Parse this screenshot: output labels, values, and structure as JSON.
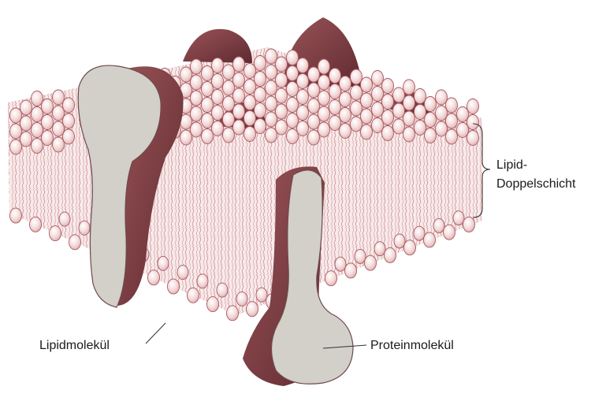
{
  "labels": {
    "lipid_bilayer_line1": "Lipid-",
    "lipid_bilayer_line2": "Doppelschicht",
    "lipid_molecule": "Lipidmolekül",
    "protein_molecule": "Proteinmolekül"
  },
  "colors": {
    "protein_face": "#cfcdc4",
    "protein_dark": "#7e3f44",
    "lipid_head": "#f3dada",
    "lipid_outline": "#a85a60",
    "tails": "#c98a8e",
    "slab": "#f7e7e6"
  }
}
